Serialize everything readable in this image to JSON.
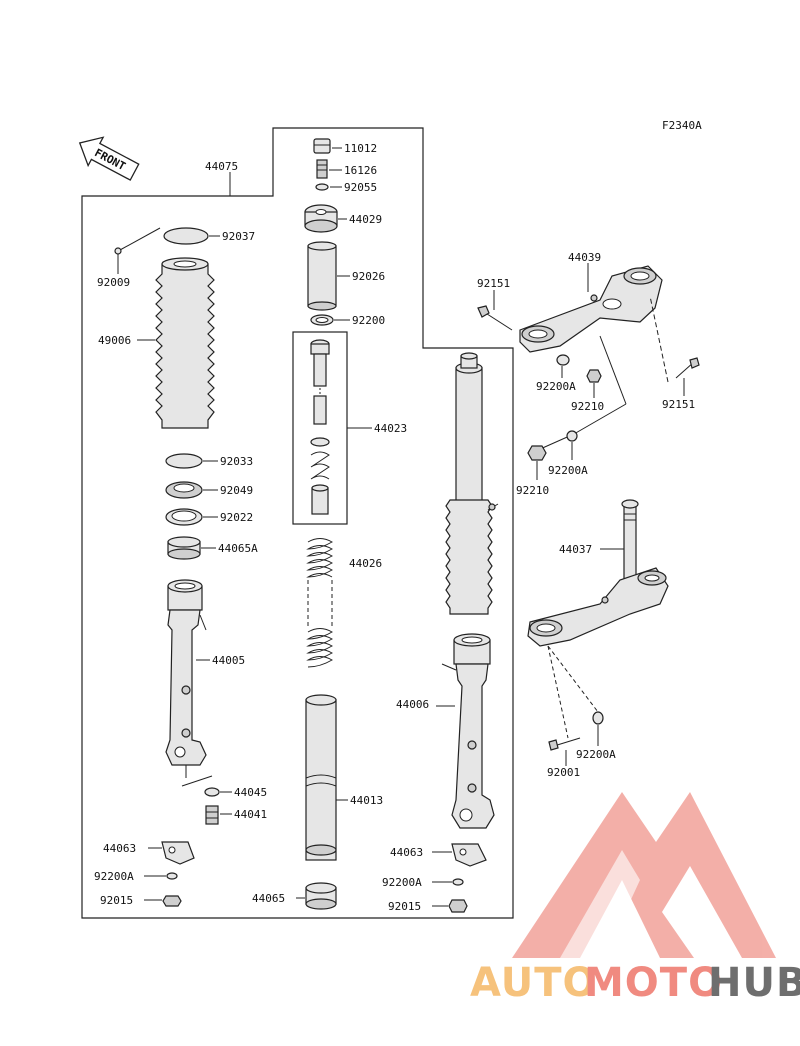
{
  "diagram": {
    "code": "F2340A",
    "front_label": "FRONT",
    "parts": {
      "p44075": "44075",
      "p11012": "11012",
      "p16126": "16126",
      "p92055": "92055",
      "p44029": "44029",
      "p92037": "92037",
      "p92009": "92009",
      "p92026": "92026",
      "p92200": "92200",
      "p49006": "49006",
      "p44023": "44023",
      "p92033": "92033",
      "p92049": "92049",
      "p92022": "92022",
      "p44065A": "44065A",
      "p44026": "44026",
      "p44005": "44005",
      "p44045": "44045",
      "p44041": "44041",
      "p44013": "44013",
      "p44063a": "44063",
      "p92200Aa": "92200A",
      "p92015a": "92015",
      "p44065": "44065",
      "p44006": "44006",
      "p44063b": "44063",
      "p92200Ab": "92200A",
      "p92015b": "92015",
      "p44039": "44039",
      "p92151a": "92151",
      "p92151b": "92151",
      "p92200Ac": "92200A",
      "p92210a": "92210",
      "p92200Ad": "92200A",
      "p92210b": "92210",
      "p44037": "44037",
      "p92001": "92001",
      "p92200Ae": "92200A"
    }
  },
  "watermark": {
    "part1": "AUTO",
    "part2": "MOTO",
    "part3": "HUB",
    "colors": {
      "auto": "#f6c27c",
      "moto": "#f08a80",
      "hub": "#6e6e6e",
      "logo": "#f2a29a"
    }
  }
}
